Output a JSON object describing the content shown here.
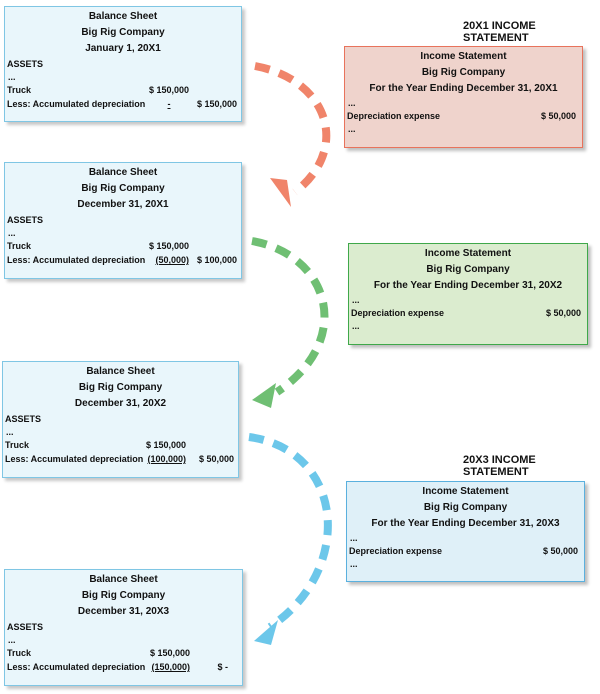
{
  "headings": {
    "h1": "20X1 INCOME STATEMENT",
    "h3": "20X3 INCOME STATEMENT"
  },
  "labels": {
    "assets": "ASSETS",
    "dots": "...",
    "truck": "Truck",
    "accum": "Less: Accumulated depreciation",
    "dep_expense": "Depreciation expense"
  },
  "balance_sheets": [
    {
      "title": "Balance Sheet",
      "company": "Big Rig Company",
      "date": "January 1, 20X1",
      "truck": "$ 150,000",
      "accum": "-",
      "net": "$ 150,000"
    },
    {
      "title": "Balance Sheet",
      "company": "Big Rig Company",
      "date": "December 31, 20X1",
      "truck": "$ 150,000",
      "accum": "(50,000)",
      "net": "$ 100,000"
    },
    {
      "title": "Balance Sheet",
      "company": "Big Rig Company",
      "date": "December 31, 20X2",
      "truck": "$ 150,000",
      "accum": "(100,000)",
      "net": "$ 50,000"
    },
    {
      "title": "Balance Sheet",
      "company": "Big Rig Company",
      "date": "December 31, 20X3",
      "truck": "$ 150,000",
      "accum": "(150,000)",
      "net": "$ -"
    }
  ],
  "income_statements": [
    {
      "title": "Income Statement",
      "company": "Big Rig Company",
      "period": "For the Year Ending December 31, 20X1",
      "amount": "$ 50,000"
    },
    {
      "title": "Income Statement",
      "company": "Big Rig Company",
      "period": "For the Year Ending December 31, 20X2",
      "amount": "$ 50,000"
    },
    {
      "title": "Income Statement",
      "company": "Big Rig Company",
      "period": "For the Year Ending December 31, 20X3",
      "amount": "$ 50,000"
    }
  ],
  "colors": {
    "year1": "#f0846a",
    "year2": "#6fbf73",
    "year3": "#6cc7ea"
  }
}
